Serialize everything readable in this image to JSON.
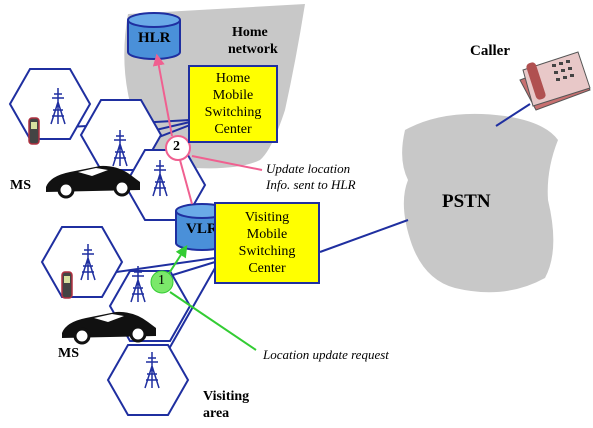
{
  "labels": {
    "home_network": [
      "Home",
      "network"
    ],
    "hlr": "HLR",
    "vlr": "VLR",
    "home_msc": [
      "Home",
      "Mobile",
      "Switching",
      "Center"
    ],
    "visiting_msc": [
      "Visiting",
      "Mobile",
      "Switching",
      "Center"
    ],
    "caller": "Caller",
    "pstn": "PSTN",
    "ms_top": "MS",
    "ms_bottom": "MS",
    "visiting_area": [
      "Visiting",
      "area"
    ],
    "step1": "1",
    "step2": "2",
    "update_note": [
      "Update location",
      "Info. sent to HLR"
    ],
    "request_note": "Location update request"
  },
  "colors": {
    "cell_stroke": "#1f2fa0",
    "msc_fill": "#ffff00",
    "cloud_fill": "#c8c8c8",
    "db_fill": "#4a90d9",
    "step1_fill": "#7be86a",
    "step2_fill": "#ffffff",
    "update_line": "#f06090",
    "request_line": "#33cc33"
  },
  "icons": [
    "phone-icon",
    "antenna-icon",
    "car-icon",
    "telephone-icon",
    "database-icon"
  ]
}
